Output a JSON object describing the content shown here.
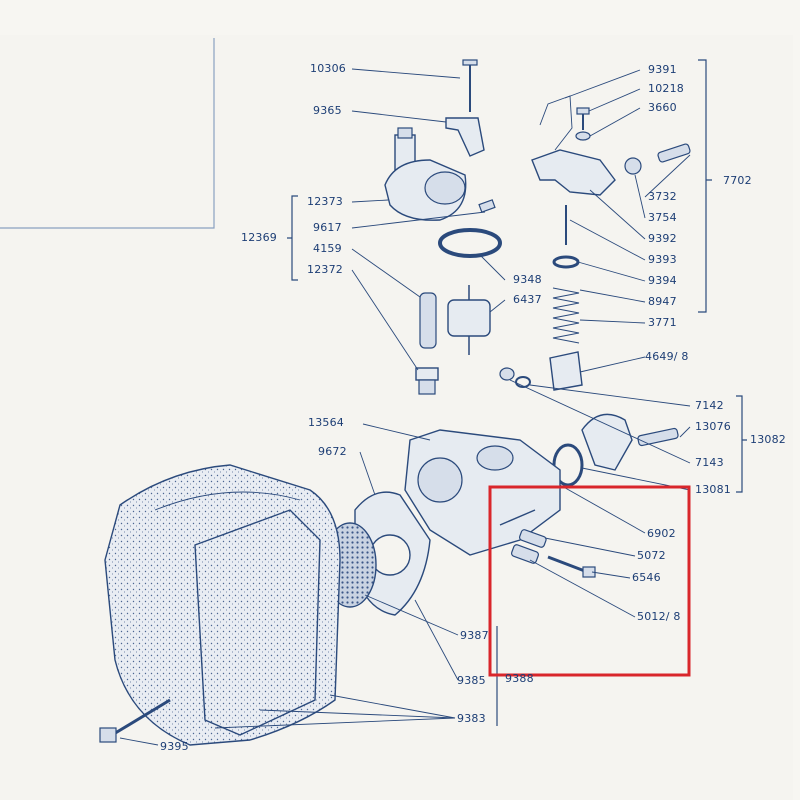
{
  "parts": {
    "p10306": "10306",
    "p9365": "9365",
    "p12373": "12373",
    "p12369": "12369",
    "p9617": "9617",
    "p4159": "4159",
    "p12372": "12372",
    "p9348": "9348",
    "p6437": "6437",
    "p9391": "9391",
    "p10218": "10218",
    "p3660": "3660",
    "p7702": "7702",
    "p3732": "3732",
    "p3754": "3754",
    "p9392": "9392",
    "p9393": "9393",
    "p9394": "9394",
    "p8947": "8947",
    "p3771": "3771",
    "p4649": "4649/ 8",
    "p7142": "7142",
    "p13076": "13076",
    "p13082": "13082",
    "p7143": "7143",
    "p13081": "13081",
    "p13564": "13564",
    "p9672": "9672",
    "p6902": "6902",
    "p5072": "5072",
    "p6546": "6546",
    "p5012": "5012/ 8",
    "p9387": "9387",
    "p9385": "9385",
    "p9388": "9388",
    "p9383": "9383",
    "p9395": "9395"
  },
  "highlight_color": "#d9262b"
}
